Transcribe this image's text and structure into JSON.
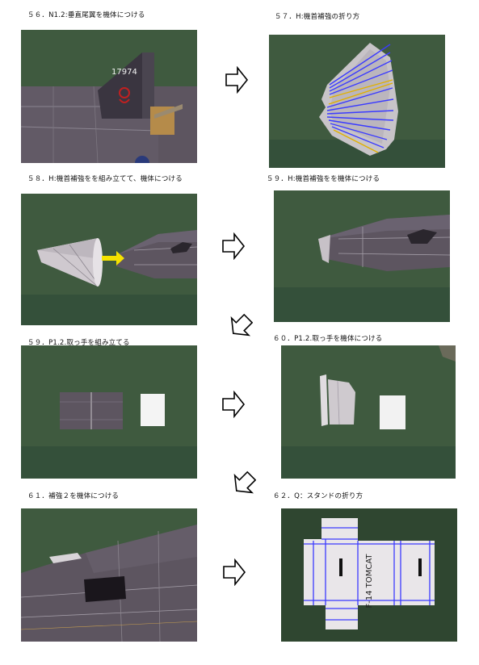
{
  "steps": [
    {
      "caption": "５６．N1.2:垂直尾翼を機体につける",
      "tail_text": "17974"
    },
    {
      "caption": "５７．H:機首補強の折り方"
    },
    {
      "caption": "５８．H:機首補強をを組み立てて、機体につける"
    },
    {
      "caption": "５９．H:機首補強をを機体につける"
    },
    {
      "caption": "５９．P1.2.取っ手を組み立てる"
    },
    {
      "caption": "６０．P1.2.取っ手を機体につける"
    },
    {
      "caption": "６１．補強２を機体につける"
    },
    {
      "caption": "６２．Q：スタンドの折り方",
      "stand_text": "F-14 TOMCAT"
    }
  ],
  "colors": {
    "mat": "#3f5a3f",
    "mat_dark": "#2f4630",
    "hull": "#5d5560",
    "fold_blue": "#3b3bff",
    "fold_yellow": "#e0b000",
    "arrow_yellow": "#f5e200"
  }
}
